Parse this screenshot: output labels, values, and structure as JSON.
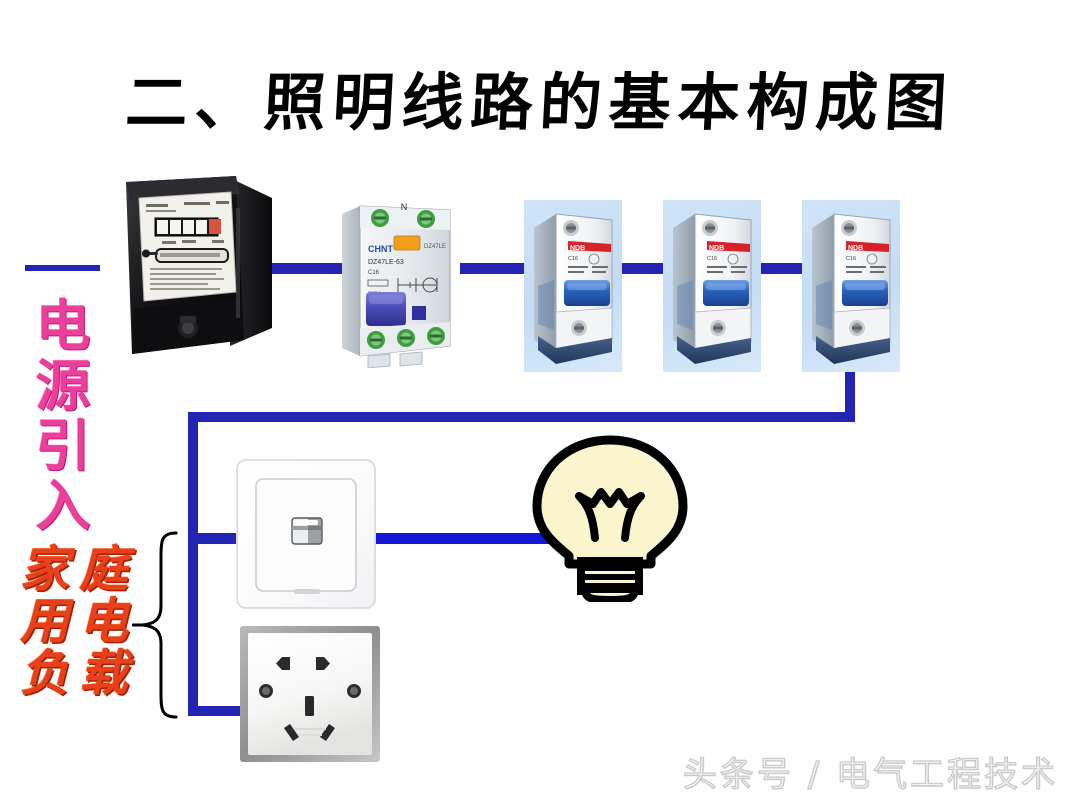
{
  "slide": {
    "title": "二、照明线路的基本构成图",
    "background_color": "#ffffff",
    "watermark": "头条号 / 电气工程技术"
  },
  "labels": {
    "power_supply": {
      "text": "电源引入",
      "chars": [
        "电",
        "源",
        "引",
        "入"
      ],
      "color": "#ea3f9b",
      "orientation": "vertical"
    },
    "household_load": {
      "text": "家庭用电负载",
      "chars": [
        "家",
        "庭",
        "用",
        "电",
        "负",
        "载"
      ],
      "color": "#e8401a",
      "orientation": "vertical-two-column"
    }
  },
  "wire": {
    "color": "#2323b4",
    "bright_color": "#1616d6"
  },
  "devices": [
    {
      "id": "energy-meter",
      "name": "单相电能表",
      "type": "meter"
    },
    {
      "id": "rcd-breaker",
      "name": "漏电保护断路器",
      "type": "rcbo",
      "brand": "CHINT",
      "model": "DZ47LE-63"
    },
    {
      "id": "mcb-1",
      "name": "照明支路断路器",
      "type": "mcb"
    },
    {
      "id": "mcb-2",
      "name": "插座支路断路器",
      "type": "mcb"
    },
    {
      "id": "mcb-3",
      "name": "备用支路断路器",
      "type": "mcb"
    },
    {
      "id": "wall-switch",
      "name": "墙壁开关",
      "type": "switch"
    },
    {
      "id": "lamp",
      "name": "照明灯",
      "type": "bulb",
      "color": "#faf5cc"
    },
    {
      "id": "wall-outlet",
      "name": "五孔插座",
      "type": "socket"
    }
  ],
  "icons": {
    "brace": "curly-brace-icon",
    "bulb": "light-bulb-icon",
    "meter": "energy-meter-icon",
    "breaker": "circuit-breaker-icon",
    "switch": "wall-switch-icon",
    "outlet": "power-outlet-icon"
  }
}
